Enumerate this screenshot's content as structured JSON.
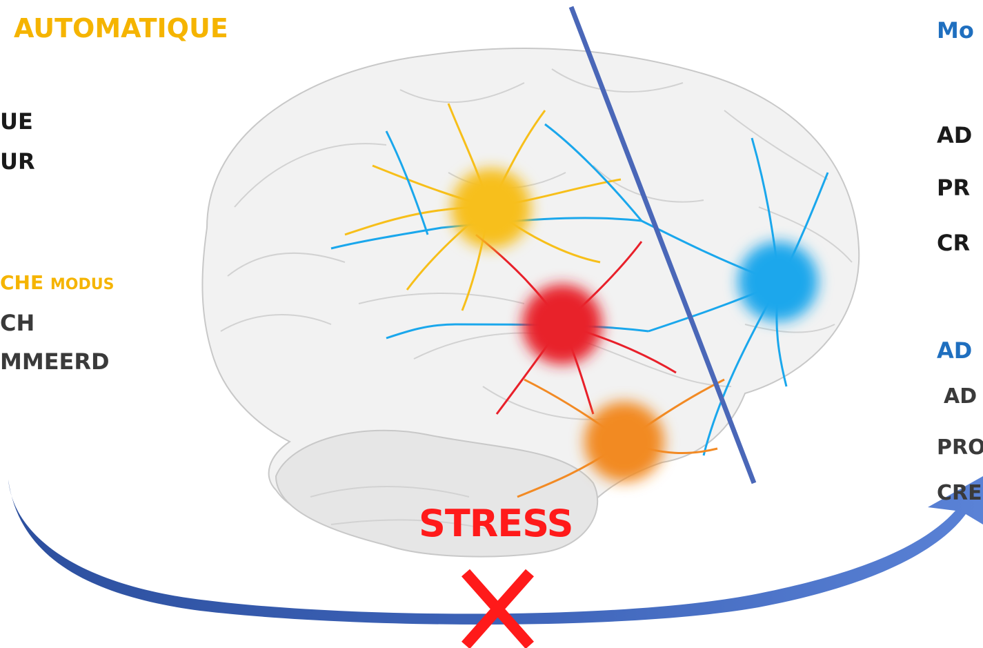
{
  "left": {
    "heading": "AUTOMATIQUE",
    "line1": "UE",
    "line2": "UR",
    "modus_bold": "CHE",
    "modus_small": "MODUS",
    "line3": "CH",
    "line4": "MMEERD"
  },
  "right": {
    "heading": "Mo",
    "line1": "AD",
    "line2": "PR",
    "line3": "CR",
    "heading2": "AD",
    "line4": "AD",
    "line5": "PRO",
    "line6": "CRE"
  },
  "center": {
    "stress": "STRESS"
  },
  "colors": {
    "yellow": "#f5b400",
    "blue_text": "#1f6fbf",
    "red": "#ff1a1a",
    "spot_yellow": "#f7bf1a",
    "spot_red": "#e8202a",
    "spot_blue": "#1aa7ec",
    "spot_orange": "#f28a24",
    "arrow": "#3a5fb0"
  }
}
